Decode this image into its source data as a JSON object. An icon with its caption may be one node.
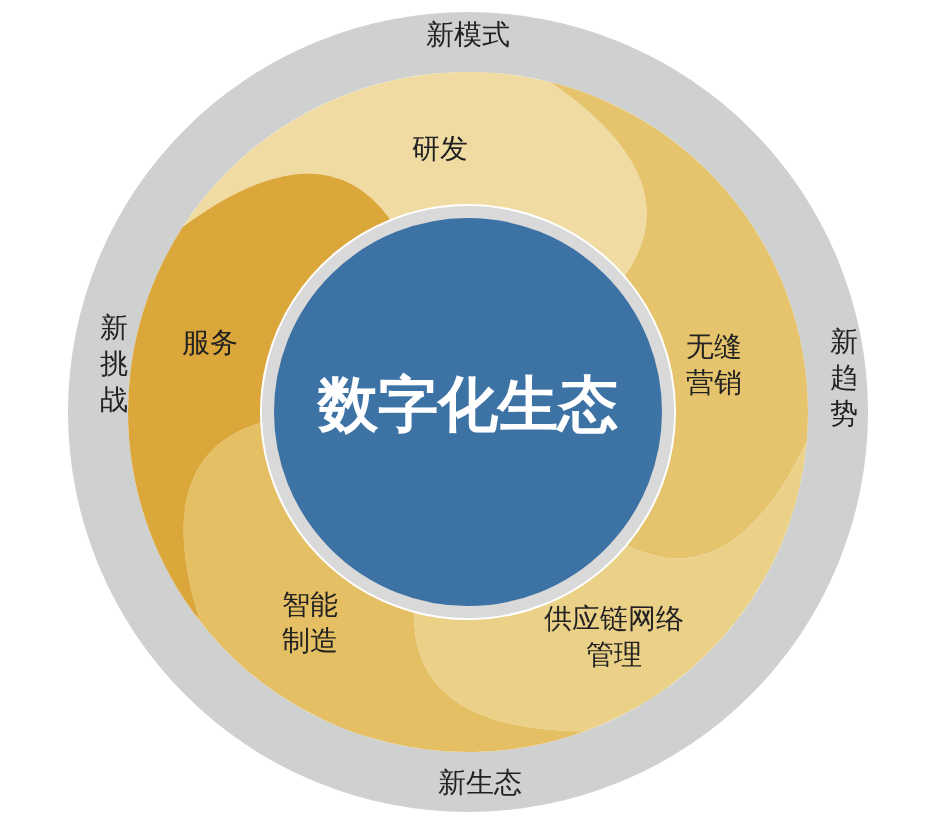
{
  "diagram": {
    "nodes": [
      {
        "text": [
          "新模式",
          "新趋势",
          "新生态",
          "新挑战"
        ]
      },
      {
        "text": [
          "研发"
        ],
        "in": 0
      },
      {
        "text": [
          "无缝营销"
        ],
        "in": 0
      },
      {
        "text": [
          "供应链网络管理"
        ],
        "in": 0
      },
      {
        "text": [
          "智能制造"
        ],
        "in": 0
      },
      {
        "text": [
          "服务"
        ],
        "in": 0
      },
      {
        "text": [
          "数字化生态"
        ],
        "in": 0
      }
    ]
  }
}
